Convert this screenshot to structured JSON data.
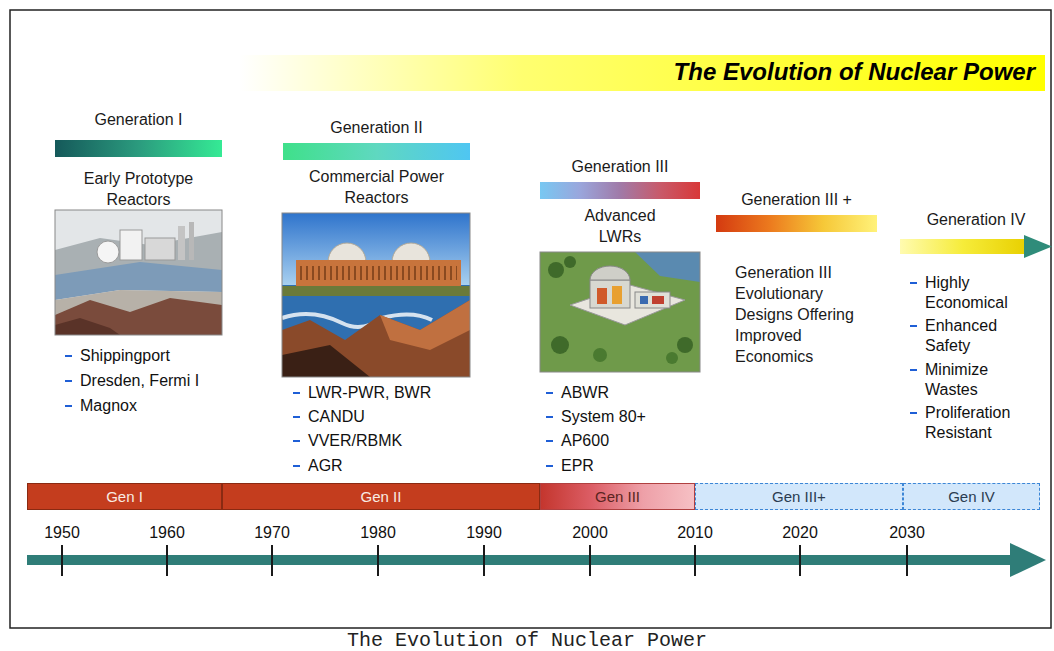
{
  "diagram": {
    "title": "The Evolution of Nuclear Power",
    "caption": "The Evolution of Nuclear Power",
    "nodes": [
      {
        "text": [
          "Generation I",
          "Early Prototype Reactors"
        ]
      },
      {
        "text": [
          "Generation II",
          "Commercial Power Reactors"
        ]
      },
      {
        "text": [
          "Generation III",
          "Advanced LWRs"
        ]
      },
      {
        "text": [
          "Generation III +",
          "Generation III Evolutionary Designs Offering Improved Economics"
        ]
      },
      {
        "text": [
          "Generation IV"
        ]
      },
      {
        "text": [
          "Gen I"
        ]
      },
      {
        "text": [
          "Gen II"
        ]
      },
      {
        "text": [
          "Gen III"
        ]
      },
      {
        "text": [
          "Gen III+"
        ]
      },
      {
        "text": [
          "Gen IV"
        ]
      }
    ],
    "labels": [
      "Shippingport",
      "Dresden, Fermi I",
      "Magnox",
      "LWR-PWR, BWR",
      "CANDU",
      "VVER/RBMK",
      "AGR",
      "ABWR",
      "System 80+",
      "AP600",
      "EPR",
      "Highly Economical",
      "Enhanced Safety",
      "Minimize Wastes",
      "Proliferation Resistant",
      "1950",
      "1960",
      "1970",
      "1980",
      "1990",
      "2000",
      "2010",
      "2020",
      "2030"
    ]
  }
}
